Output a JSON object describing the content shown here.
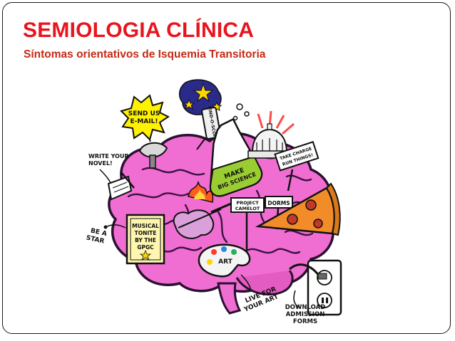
{
  "slide": {
    "title": "SEMIOLOGIA CLÍNICA",
    "subtitle": "Síntomas orientativos de Isquemia Transitoria"
  },
  "illustration": {
    "labels": {
      "send_us": "SEND US",
      "email": "E-MAIL!",
      "write_your": "WRITE YOUR",
      "novel": "NOVEL!",
      "make": "MAKE",
      "big_science": "BIG SCIENCE",
      "take_charge": "TAKE CHARGE",
      "run_things": "RUN THINGS!",
      "project": "PROJECT",
      "camelot": "CAMELOT",
      "dorms": "DORMS",
      "musical": "MUSICAL",
      "tonite": "TONITE",
      "by_the": "BY THE",
      "gpgc": "GPGC",
      "be_a": "BE A",
      "star": "STAR",
      "art": "ART",
      "live_for": "LIVE FOR",
      "your_art": "YOUR ART",
      "download": "DOWNLOAD",
      "admission": "ADMISSION",
      "forms": "FORMS",
      "telescope": "FIND-O-SCOPE"
    },
    "colors": {
      "brain": "#f06ed2",
      "brain_outline": "#2a1030",
      "flask_liquid": "#9acd32",
      "star": "#ffd700",
      "night_sky": "#2a2a8a",
      "sign_yellow": "#fff200",
      "pizza": "#f28c28",
      "pepperoni": "#c0392b",
      "poster": "#fff6b0",
      "flame": "#ff5a1f"
    }
  }
}
